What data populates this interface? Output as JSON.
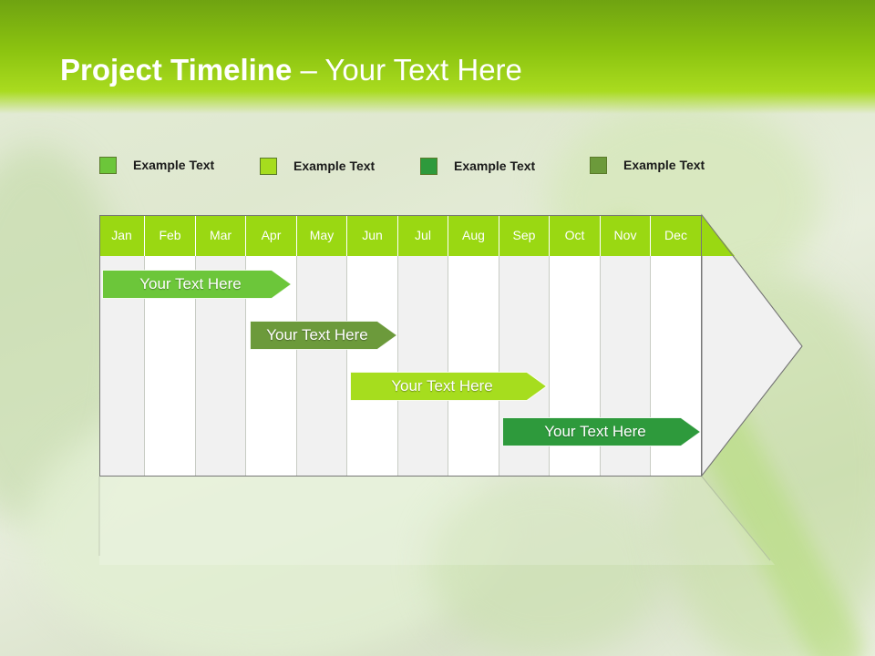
{
  "header": {
    "title_bold": "Project Timeline",
    "title_rest": " – Your Text Here"
  },
  "legend": [
    {
      "label": "Example Text",
      "color": "#6cc63a"
    },
    {
      "label": "Example Text",
      "color": "#a6dd1e"
    },
    {
      "label": "Example Text",
      "color": "#2e9a3c"
    },
    {
      "label": "Example Text",
      "color": "#6c9a3b"
    }
  ],
  "timeline": {
    "months": [
      "Jan",
      "Feb",
      "Mar",
      "Apr",
      "May",
      "Jun",
      "Jul",
      "Aug",
      "Sep",
      "Oct",
      "Nov",
      "Dec"
    ],
    "header_color": "#9ad812",
    "tasks": [
      {
        "label": "Your  Text Here",
        "color": "#6cc63a",
        "start_month": "Jan",
        "end_month": "Apr"
      },
      {
        "label": "Your  Text Here",
        "color": "#6c9a3b",
        "start_month": "Apr",
        "end_month": "Jun"
      },
      {
        "label": "Your  Text Here",
        "color": "#a6dd1e",
        "start_month": "Jun",
        "end_month": "Sep"
      },
      {
        "label": "Your  Text Here",
        "color": "#2e9a3c",
        "start_month": "Sep",
        "end_month": "Dec"
      }
    ]
  }
}
